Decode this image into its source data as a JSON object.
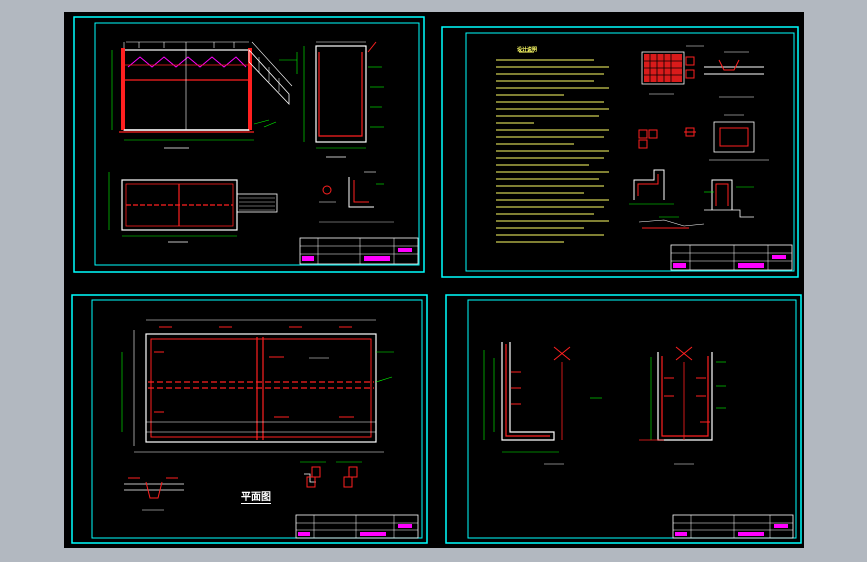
{
  "sheets": [
    {
      "id": "sheet-1",
      "kind": "structural plan and sections"
    },
    {
      "id": "sheet-2",
      "kind": "general notes and details"
    },
    {
      "id": "sheet-3",
      "kind": "plan view"
    },
    {
      "id": "sheet-4",
      "kind": "wall sections"
    }
  ],
  "labels": {
    "plan_title": "平面图",
    "notes_heading": "设计说明"
  },
  "colors": {
    "background": "#000000",
    "outer_page": "#b2b8c0",
    "frame": "#00ffff",
    "structure": "#ffffff",
    "rebar": "#ff2020",
    "dimension": "#00ff00",
    "annotation": "#ff00ff",
    "notes": "#ffff66"
  }
}
